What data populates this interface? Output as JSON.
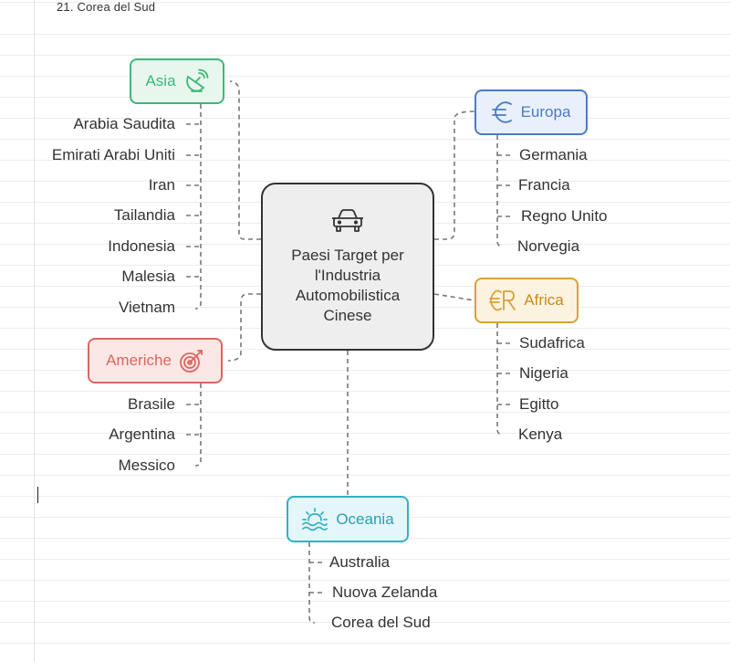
{
  "document": {
    "line_text": "21. Corea del Sud"
  },
  "diagram": {
    "center": {
      "title": "Paesi Target per l'Industria Automobilistica Cinese",
      "icon": "car-icon"
    },
    "colors": {
      "asia": "#3cb878",
      "europa": "#4a7bc4",
      "africa": "#d9a13a",
      "americhe": "#d9675f",
      "oceania": "#33b0c4"
    },
    "asia": {
      "label": "Asia",
      "icon": "satellite-dish-icon",
      "items": [
        "Arabia Saudita",
        "Emirati Arabi Uniti",
        "Iran",
        "Tailandia",
        "Indonesia",
        "Malesia",
        "Vietnam"
      ]
    },
    "europa": {
      "label": "Europa",
      "icon": "euro-icon",
      "items": [
        "Germania",
        "Francia",
        "Regno Unito",
        "Norvegia"
      ]
    },
    "africa": {
      "label": "Africa",
      "icon": "currency-icon",
      "items": [
        "Sudafrica",
        "Nigeria",
        "Egitto",
        "Kenya"
      ]
    },
    "americhe": {
      "label": "Americhe",
      "icon": "target-icon",
      "items": [
        "Brasile",
        "Argentina",
        "Messico"
      ]
    },
    "oceania": {
      "label": "Oceania",
      "icon": "sunset-icon",
      "items": [
        "Australia",
        "Nuova Zelanda",
        "Corea del Sud"
      ]
    }
  }
}
